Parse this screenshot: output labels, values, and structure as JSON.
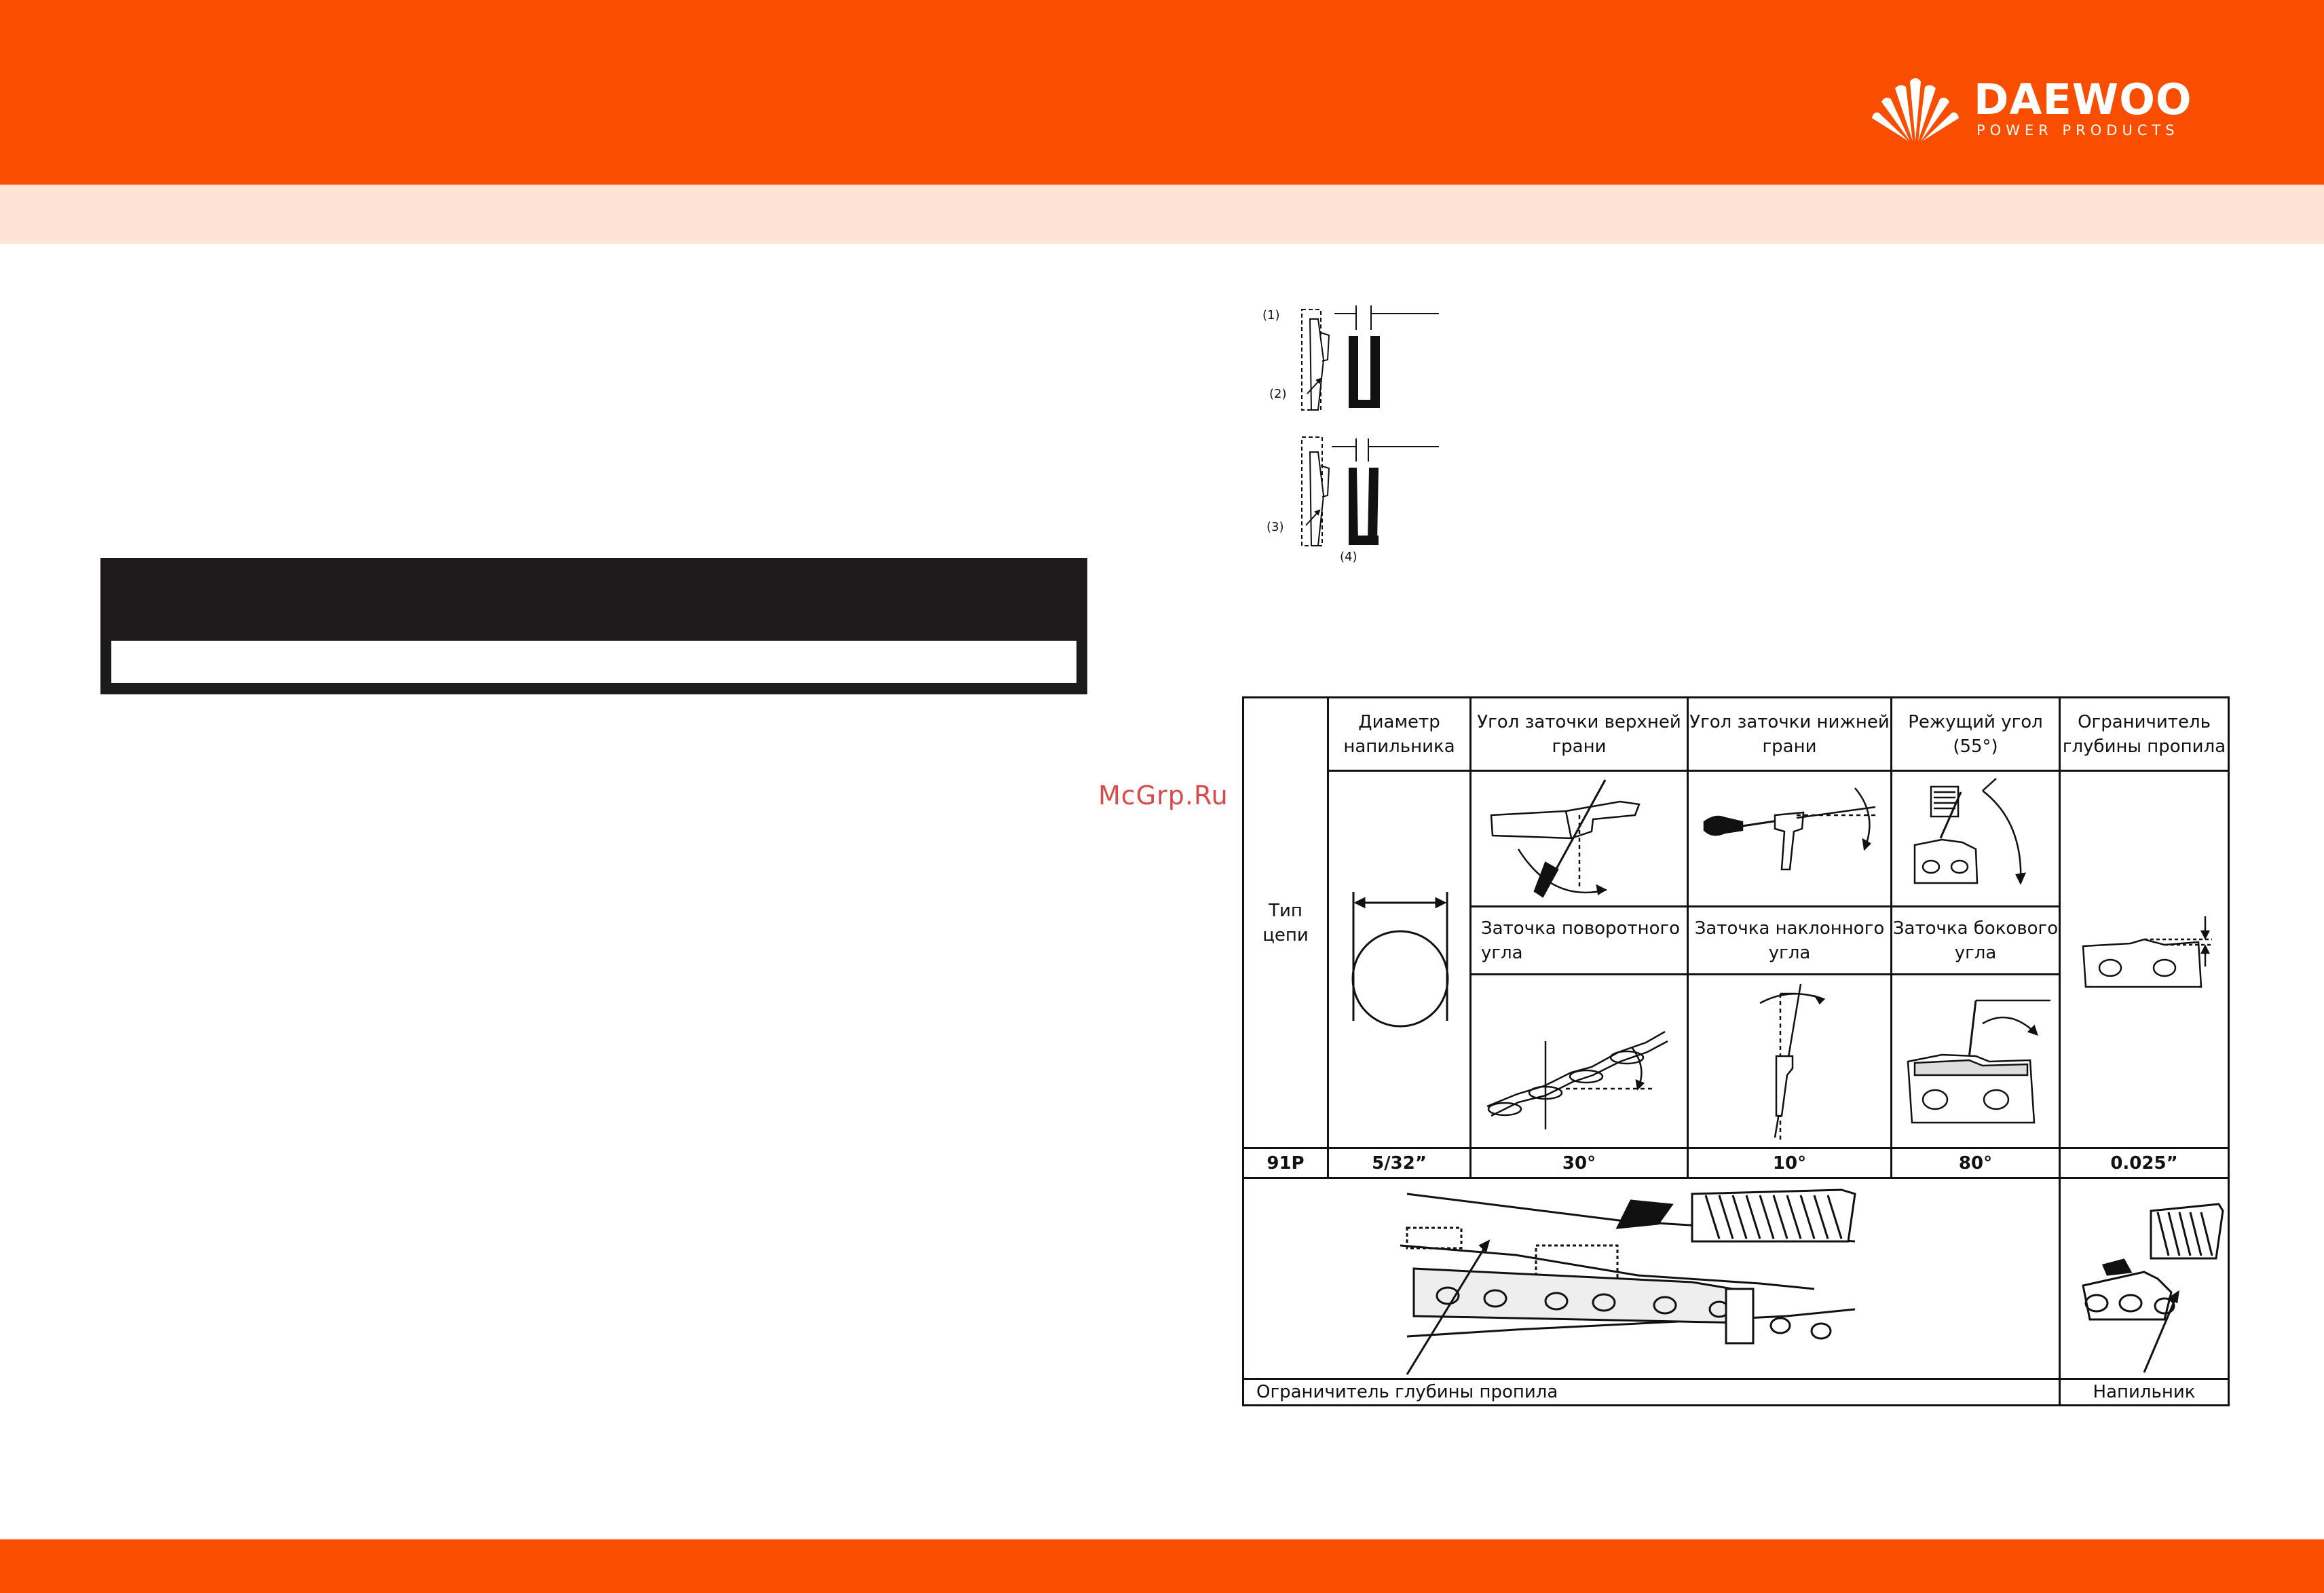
{
  "brand": {
    "name": "DAEWOO",
    "tagline": "POWER PRODUCTS"
  },
  "watermark": "McGrp.Ru",
  "top_figure": {
    "labels": [
      "(1)",
      "(2)",
      "(3)",
      "(4)"
    ]
  },
  "table": {
    "chain_type_header": "Тип цепи",
    "headers": {
      "file_diameter": "Диаметр напильника",
      "top_angle": "Угол заточки верхней грани",
      "bottom_angle": "Угол заточки нижней грани",
      "cutting_angle": "Режущий угол (55°)",
      "depth_limiter": "Ограничитель глубины пропила"
    },
    "subheaders": {
      "rotary_angle": "Заточка поворотного угла",
      "tilt_angle": "Заточка наклонного угла",
      "side_angle": "Заточка бокового угла"
    },
    "row": {
      "chain": "91P",
      "file_diameter": "5/32”",
      "top_angle": "30°",
      "bottom_angle": "10°",
      "cutting_angle": "80°",
      "depth_limiter": "0.025”"
    },
    "bottom_labels": {
      "depth_gauge": "Ограничитель глубины пропила",
      "file": "Напильник"
    }
  },
  "colors": {
    "brand_orange": "#f94d00",
    "band_light": "#fde3d4",
    "box_dark": "#1c1a1a"
  }
}
